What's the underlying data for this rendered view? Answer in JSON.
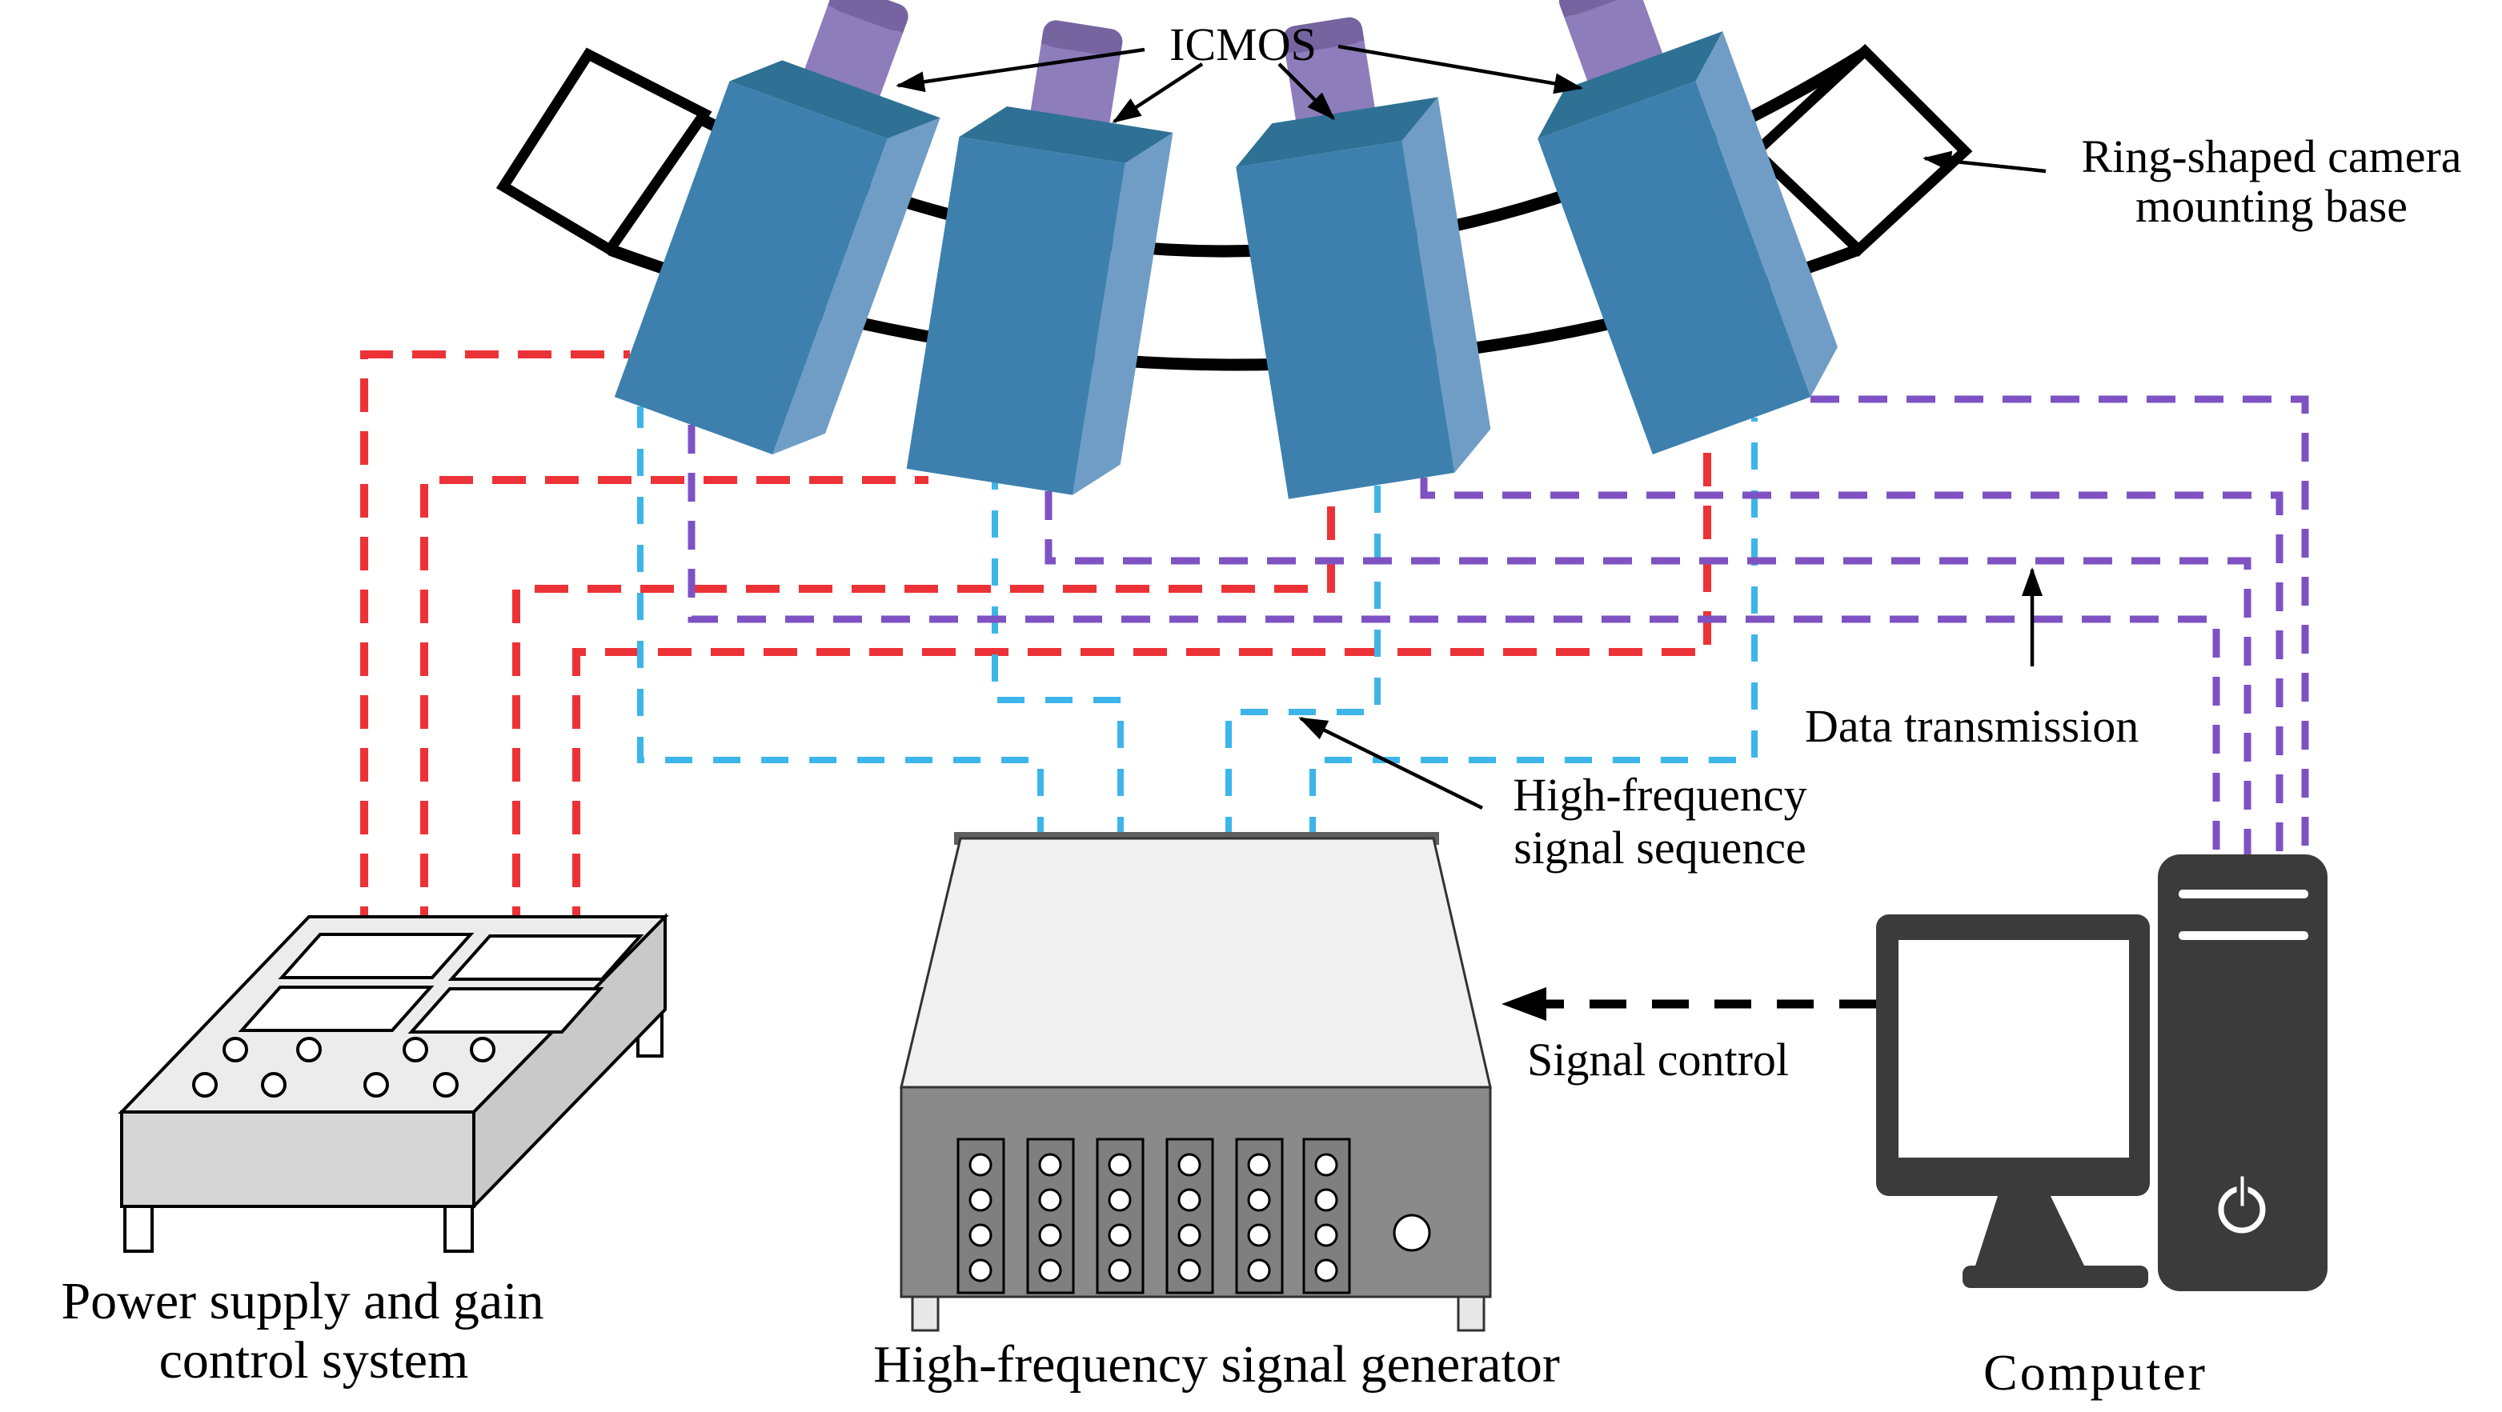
{
  "diagram": {
    "labels": {
      "icmos": "ICMOS",
      "ring_line1": "Ring-shaped camera",
      "ring_line2": "mounting base",
      "data_transmission": "Data transmission",
      "hf_sequence_line1": "High-frequency",
      "hf_sequence_line2": "signal sequence",
      "signal_control": "Signal control",
      "power_supply_line1": "Power supply and gain",
      "power_supply_line2": "control system",
      "generator": "High-frequency signal generator",
      "computer": "Computer"
    },
    "colors": {
      "camera-front": "#3d80ae",
      "camera-side": "#6f9dc5",
      "camera-top": "#2e7195",
      "lens-body": "#8d7dbb",
      "lens-cap": "#75649f",
      "wire-power": "#ed3237",
      "wire-signal": "#3db5e9",
      "wire-data": "#7e52c3",
      "device-dark": "#3b3b3b",
      "generator-top": "#f0f0f0",
      "generator-front": "#8a8a8a",
      "generator-strip": "#7f7f7f",
      "power-top": "#ececec",
      "power-front": "#d6d6d6",
      "power-side": "#c9c9c9",
      "ink": "#000000"
    },
    "connections": [
      {
        "from": "power-supply",
        "to": "cameras",
        "style": "red-dashed"
      },
      {
        "from": "signal-generator",
        "to": "cameras",
        "style": "cyan-dashed",
        "label": "High-frequency signal sequence"
      },
      {
        "from": "cameras",
        "to": "computer",
        "style": "purple-dashed",
        "label": "Data transmission"
      },
      {
        "from": "computer",
        "to": "signal-generator",
        "style": "black-dashed",
        "label": "Signal control"
      }
    ]
  }
}
